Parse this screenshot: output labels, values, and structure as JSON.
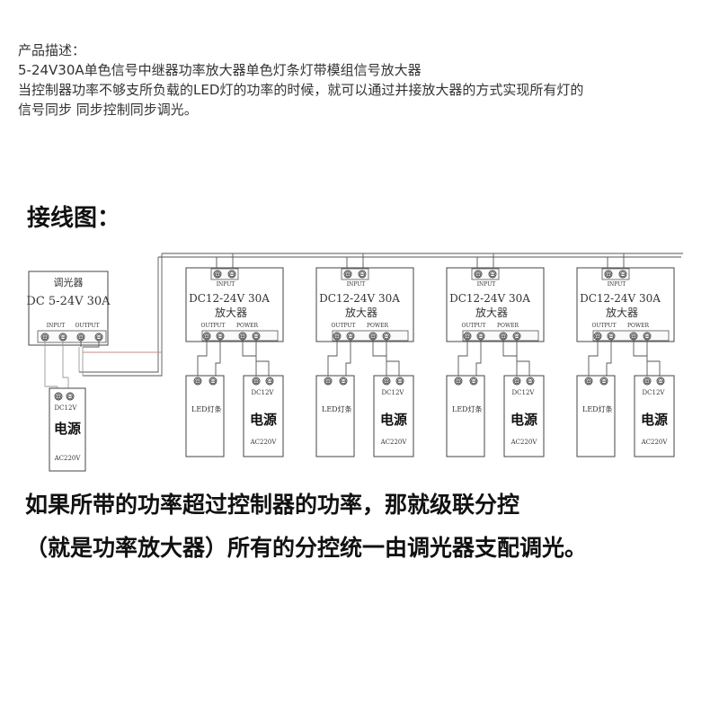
{
  "description": {
    "heading": "产品描述：",
    "line1": "5-24V30A单色信号中继器功率放大器单色灯条灯带模组信号放大器",
    "line2": "当控制器功率不够支所负载的LED灯的功率的时候，就可以通过并接放大器的方式实现所有灯的",
    "line3": "信号同步 同步控制同步调光。"
  },
  "wiring_title": "接线图：",
  "dimmer": {
    "title": "调光器",
    "spec": "DC 5-24V 30A",
    "input_label": "INPUT",
    "output_label": "OUTPUT"
  },
  "dimmer_power": {
    "voltage": "DC12V",
    "name": "电源",
    "ac": "AC220V"
  },
  "amplifier": {
    "input_label": "INPUT",
    "spec": "DC12-24V 30A",
    "name": "放大器",
    "output_label": "OUTPUT",
    "power_label": "POWER"
  },
  "led_strip": {
    "label": "LED灯条"
  },
  "power_supply": {
    "voltage": "DC12V",
    "name": "电源",
    "ac": "AC220V"
  },
  "terminal_symbols": {
    "plus": "⊕",
    "minus": "⊖"
  },
  "footer": {
    "line1": "如果所带的功率超过控制器的功率，那就级联分控",
    "line2": "（就是功率放大器）所有的分控统一由调光器支配调光。"
  }
}
